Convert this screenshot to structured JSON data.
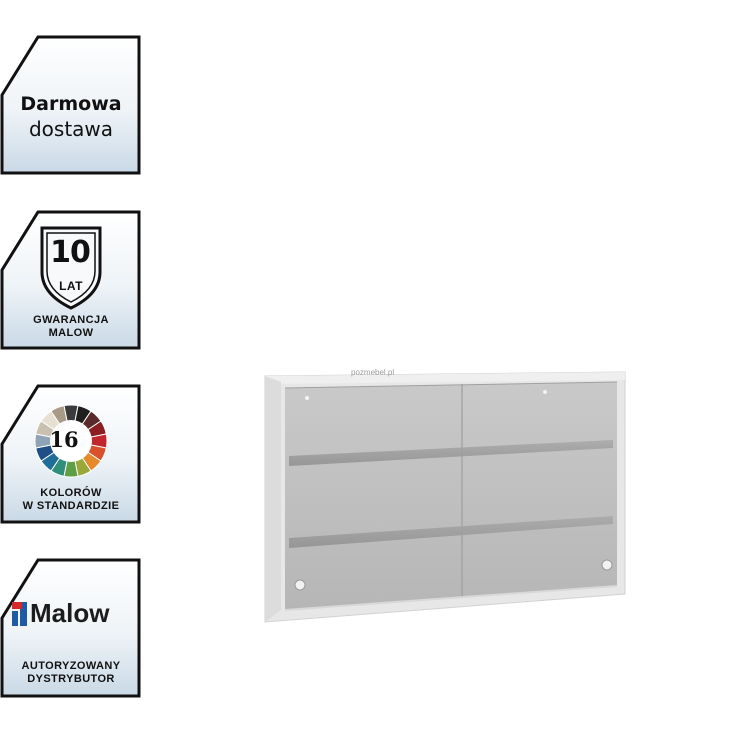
{
  "badges": {
    "delivery": {
      "line1": "Darmowa",
      "line2": "dostawa"
    },
    "warranty": {
      "number": "10",
      "unit": "LAT",
      "line1": "GWARANCJA",
      "line2": "MALOW"
    },
    "colors": {
      "number": "16",
      "line1": "KOLORÓW",
      "line2": "W STANDARDZIE"
    },
    "distributor": {
      "brand": "Malow",
      "line1": "AUTORYZOWANY",
      "line2": "DYSTRYBUTOR"
    }
  },
  "product": {
    "watermark": "pozmebel.pl"
  },
  "palette": [
    "#3b3b3b",
    "#1f1f1f",
    "#5a2a2a",
    "#8a1e22",
    "#c0272d",
    "#d9502c",
    "#e58a2a",
    "#9aa83a",
    "#5e9e44",
    "#2f8f7a",
    "#1d6f9a",
    "#1f4f86",
    "#8fa3b6",
    "#c9c0b0",
    "#e6dfd2",
    "#a89a86"
  ]
}
